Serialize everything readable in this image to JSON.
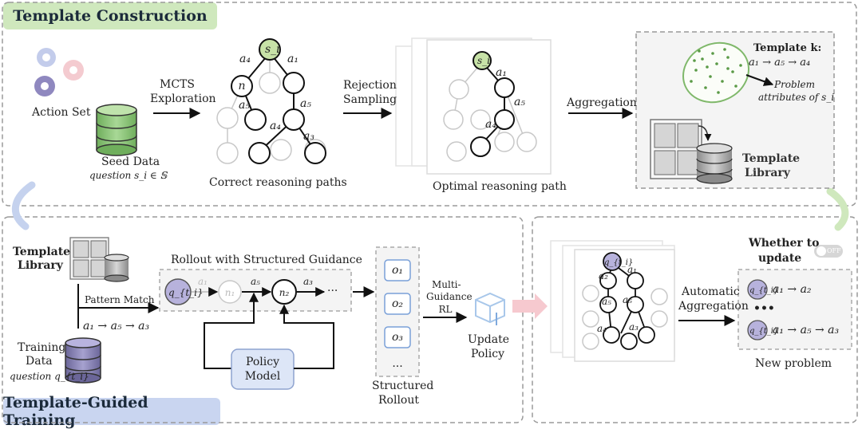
{
  "sections": {
    "top_title": "Template Construction",
    "bottom_title": "Template-Guided Training"
  },
  "top": {
    "action_set": "Action Set",
    "seed_data": "Seed Data",
    "seed_question": "question s_i ∈ 𝕊",
    "mcts_line1": "MCTS",
    "mcts_line2": "Exploration",
    "correct_paths": "Correct reasoning paths",
    "rejection_line1": "Rejection",
    "rejection_line2": "Sampling",
    "optimal_path": "Optimal reasoning path",
    "aggregation": "Aggregation",
    "template_k": "Template k:",
    "template_k_seq": "a₁ → a₅ → a₄",
    "problem_attr_line1": "Problem",
    "problem_attr_line2": "attributes of s_i",
    "template_library_line1": "Template",
    "template_library_line2": "Library"
  },
  "tree_labels": {
    "root": "s_i",
    "n": "n",
    "a1": "a₁",
    "a3": "a₃",
    "a4": "a₄",
    "a5": "a₅",
    "a2": "a₂",
    "dots": "…"
  },
  "bottom": {
    "template_library_line1": "Template",
    "template_library_line2": "Library",
    "pattern_match": "Pattern Match",
    "pattern_seq": "a₁ → a₅ → a₃",
    "training_line1": "Training",
    "training_line2": "Data",
    "training_question": "question q_{t_i}",
    "rollout_title": "Rollout with Structured Guidance",
    "node_q": "q_{t_i}",
    "node_n1": "n₁",
    "node_n2": "n₂",
    "rollout_dots": "···",
    "policy_line1": "Policy",
    "policy_line2": "Model",
    "outputs": [
      "o₁",
      "o₂",
      "o₃",
      "..."
    ],
    "structured_line1": "Structured",
    "structured_line2": "Rollout",
    "multi_line1": "Multi-",
    "multi_line2": "Guidance",
    "multi_line3": "RL",
    "update_line1": "Update",
    "update_line2": "Policy",
    "auto_line1": "Automatic",
    "auto_line2": "Aggregation",
    "whether_line1": "Whether to",
    "whether_line2": "update",
    "toggle": "OFF",
    "result_seq1": "a₁ → a₂",
    "result_dots": "•••",
    "result_seq2": "a₁ → a₅ → a₃",
    "new_problem": "New problem"
  },
  "colors": {
    "accent_green": "#c9e5b4",
    "accent_blue": "#c6d3ef",
    "policy_fill": "#dde6f7",
    "node_green": "#c7e2a7",
    "node_purple": "#b7b2dc",
    "db_green": "#8fc77e",
    "db_purple": "#8d87b8",
    "dashed": "#9a9a9a"
  }
}
